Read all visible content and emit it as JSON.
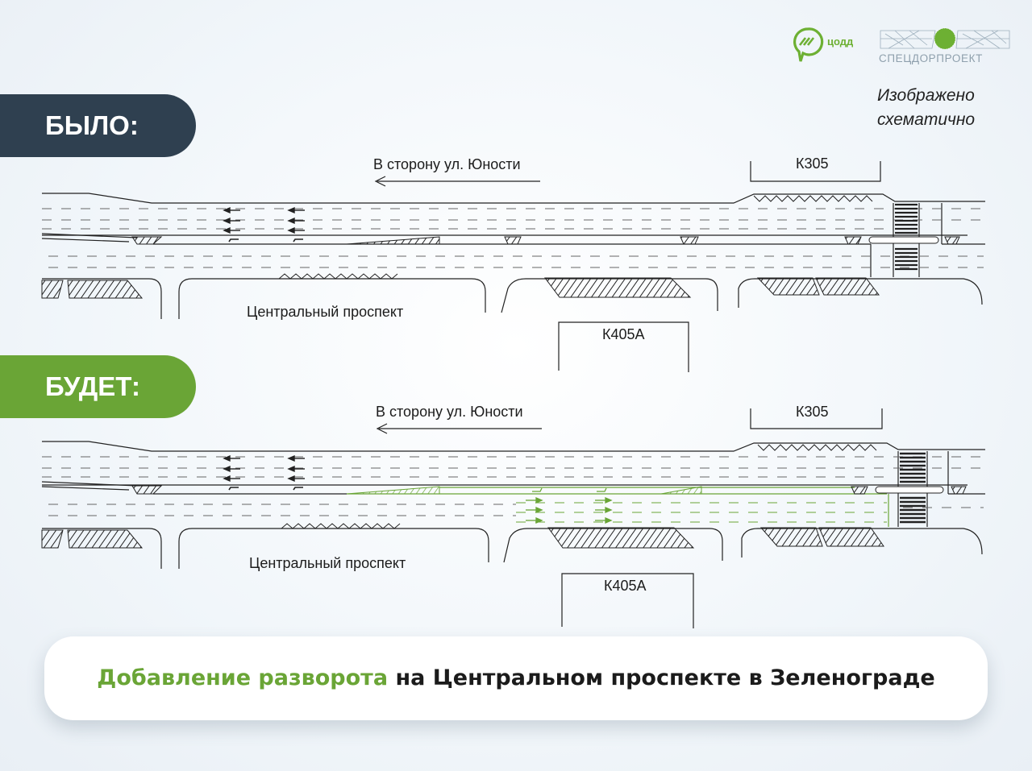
{
  "logos": {
    "cod": {
      "text": "цодд",
      "color": "#6db033"
    },
    "sdp": {
      "text": "СПЕЦДОРПРОЕКТ",
      "color": "#8fa0ad"
    }
  },
  "note": "Изображено\nсхематично",
  "before": {
    "tab": "БЫЛО:",
    "tab_color": "#2f4050",
    "direction": "В сторону ул. Юности",
    "stop_top": "К305",
    "stop_bottom": "К405А",
    "street": "Центральный проспект"
  },
  "after": {
    "tab": "БУДЕТ:",
    "tab_color": "#6aa536",
    "highlight_color": "#6aa536",
    "direction": "В сторону ул. Юности",
    "stop_top": "К305",
    "stop_bottom": "К405А",
    "street": "Центральный проспект"
  },
  "banner": {
    "accent": "Добавление разворота",
    "rest": " на Центральном проспекте в Зеленограде",
    "accent_color": "#6aa536"
  }
}
